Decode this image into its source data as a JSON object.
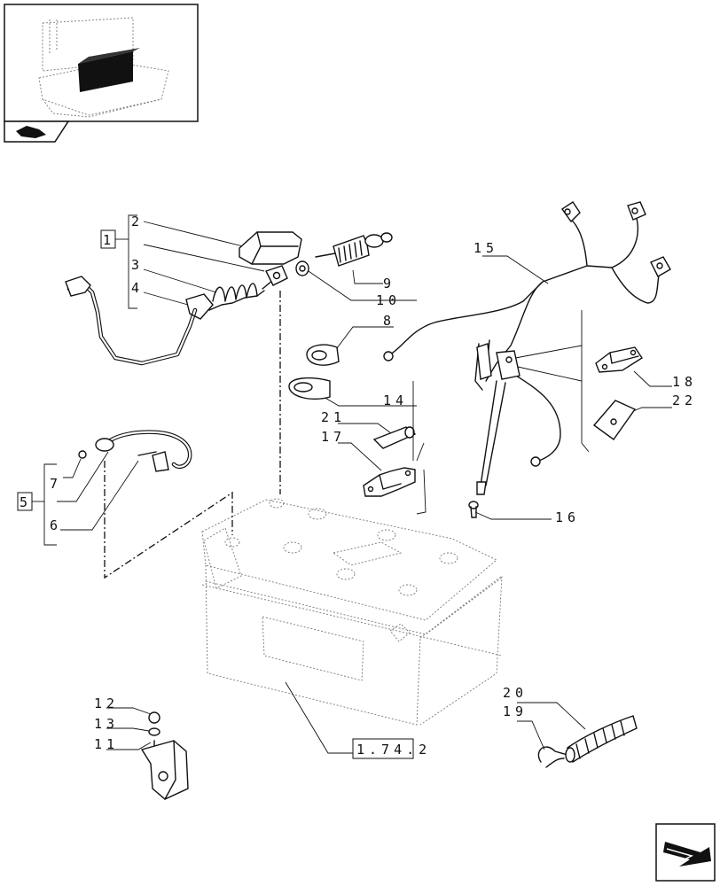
{
  "callouts": {
    "c1": "1",
    "c2": "2",
    "c3": "3",
    "c4": "4",
    "c5": "5",
    "c6": "6",
    "c7": "7",
    "c8": "8",
    "c9": "9",
    "c10": "10",
    "c11": "11",
    "c12": "12",
    "c13": "13",
    "c14": "14",
    "c15": "15",
    "c16": "16",
    "c17": "17",
    "c18": "18",
    "c19": "19",
    "c20": "20",
    "c21": "21",
    "c22": "22"
  },
  "reference": {
    "label": "1.74.2"
  },
  "icons": {
    "thumbnail": "battery-location-thumbnail",
    "section": "section-hand-icon",
    "next_page": "next-page-arrow-icon"
  }
}
